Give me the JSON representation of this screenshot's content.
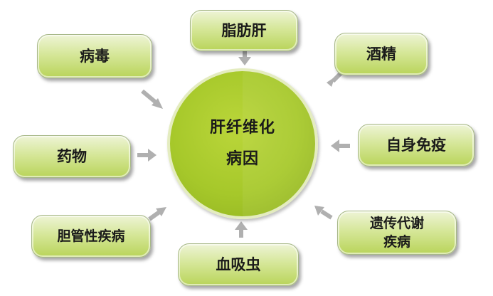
{
  "center": {
    "line1": "肝纤维化",
    "line2": "病因"
  },
  "causes": {
    "fatty_liver": "脂肪肝",
    "alcohol": "酒精",
    "virus": "病毒",
    "autoimmune": "自身免疫",
    "drug": "药物",
    "biliary": "胆管性疾病",
    "metabolic": "遗传代谢\n疾病",
    "parasite": "血吸虫"
  },
  "colors": {
    "circle_fill": "#a6c82a",
    "pill_fill": "#d6e79a",
    "arrow": "#b0b0b0",
    "text": "#1a1a1a"
  }
}
